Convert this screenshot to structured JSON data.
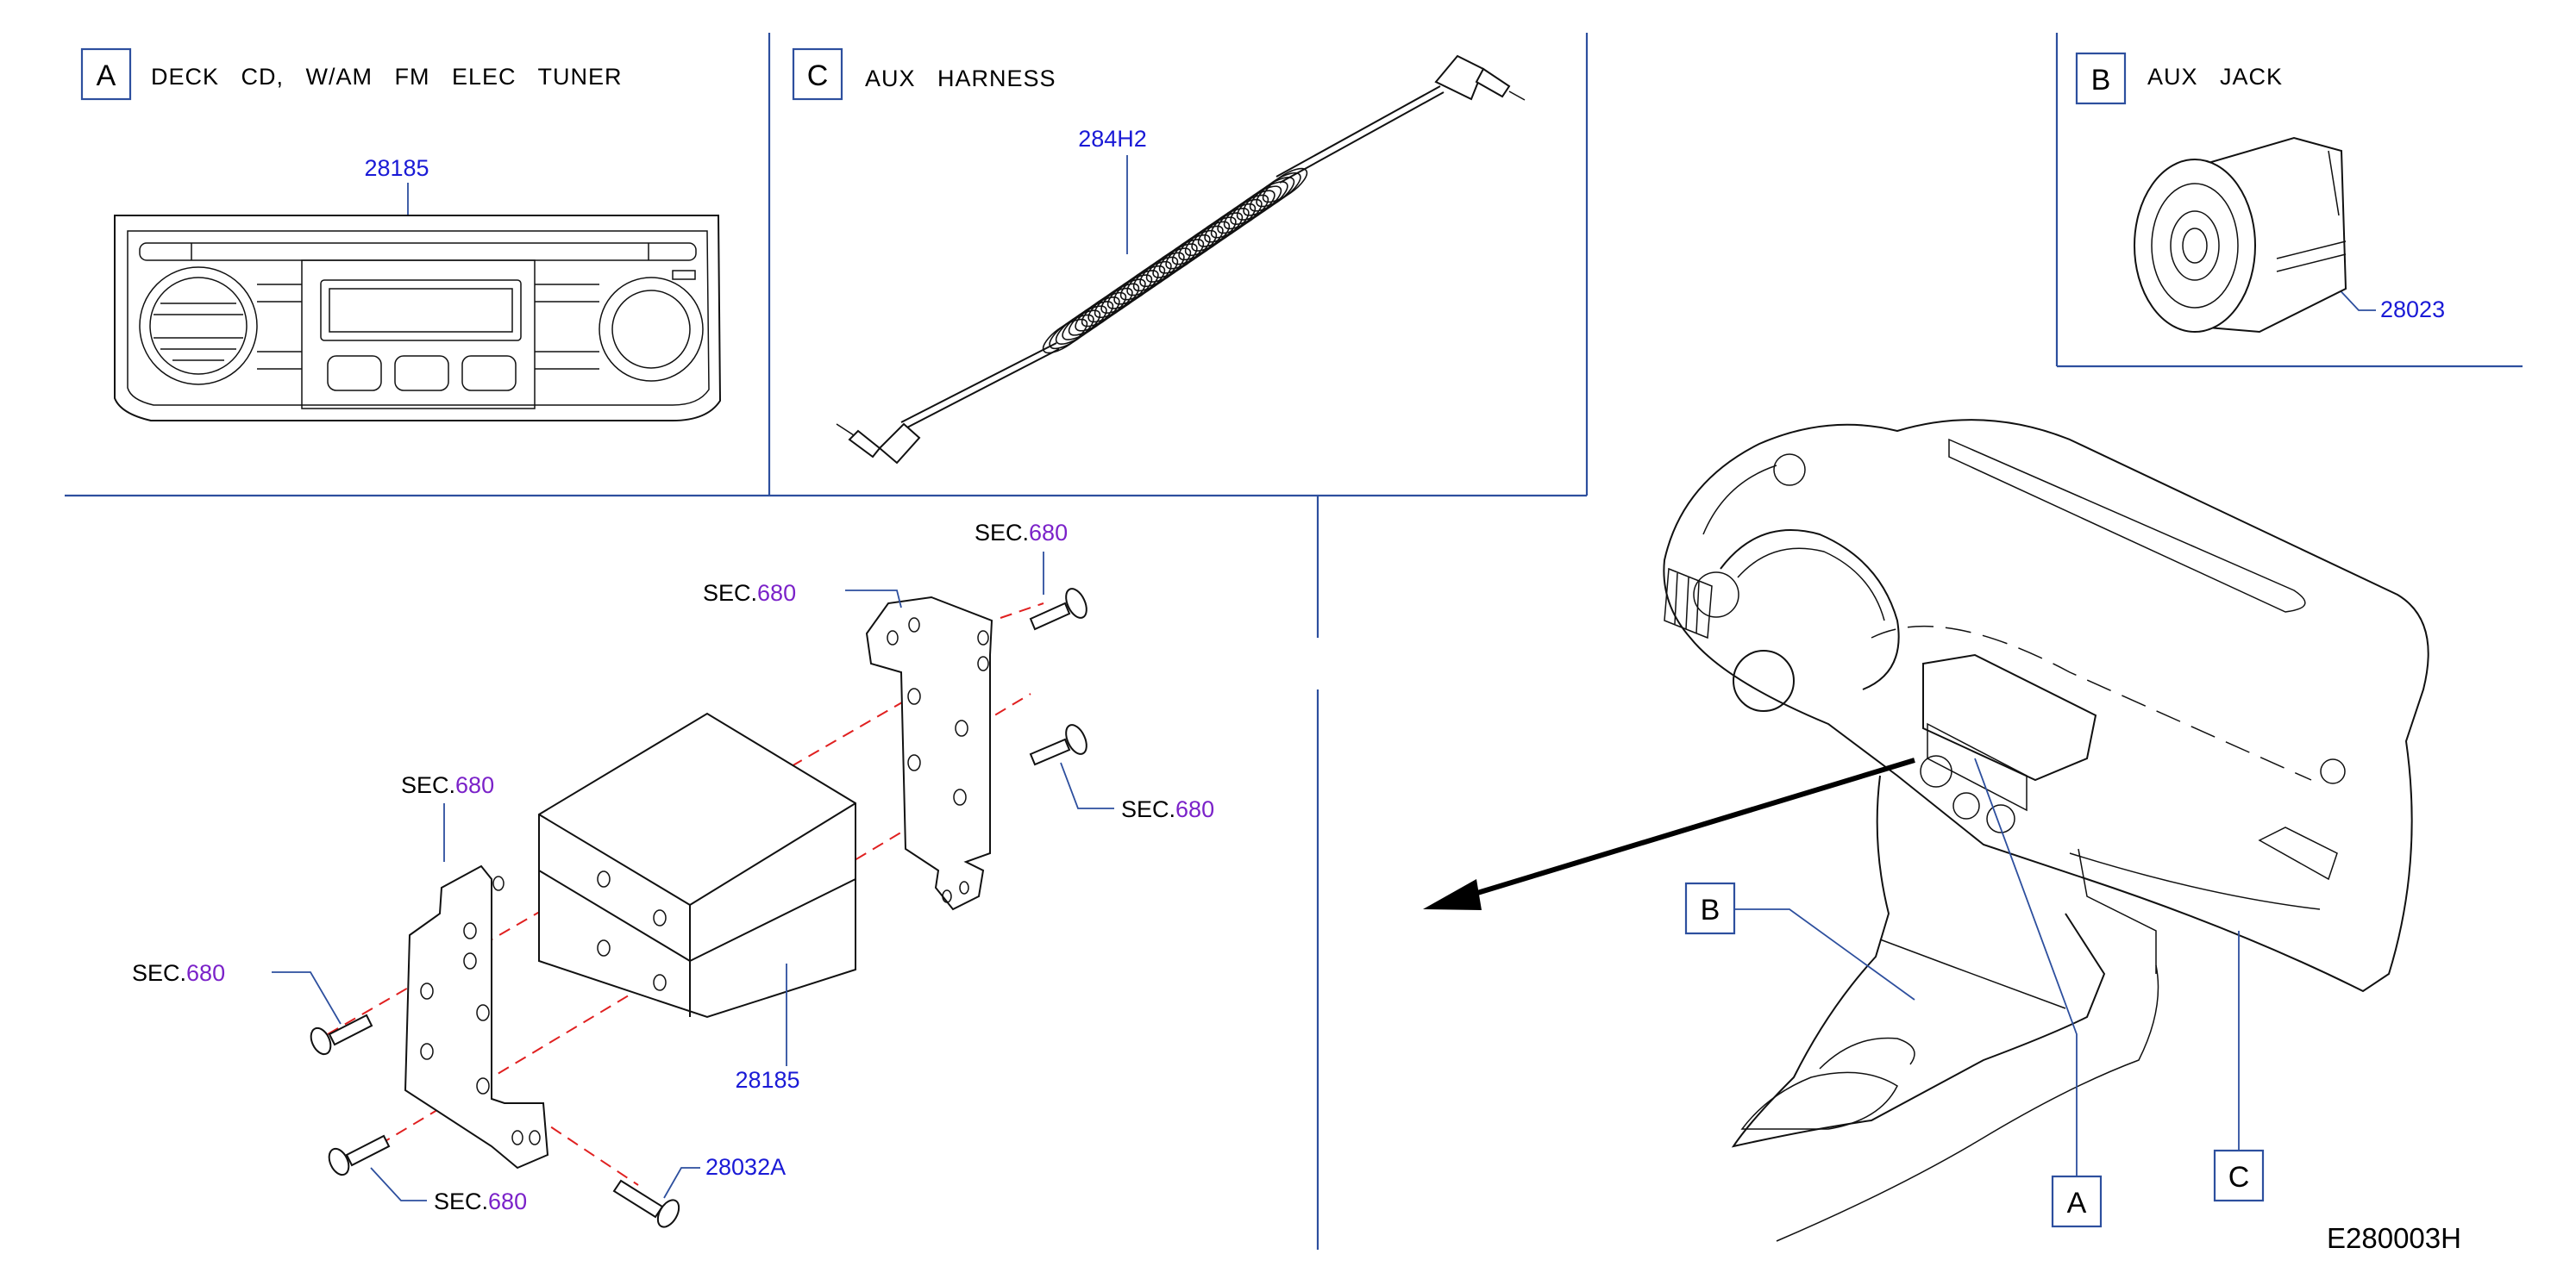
{
  "panel_a": {
    "letter": "A",
    "title": "DECK   CD,   W/AM   FM   ELEC   TUNER",
    "part_number": "28185"
  },
  "panel_c": {
    "letter": "C",
    "title": "AUX   HARNESS",
    "part_number": "284H2"
  },
  "panel_b": {
    "letter": "B",
    "title": "AUX   JACK",
    "part_number": "28023"
  },
  "mounting": {
    "sec_prefix": "SEC.",
    "sec_number": "680",
    "unit_part_number": "28185",
    "screw_part_number": "28032A"
  },
  "dashboard": {
    "callout_b": "B",
    "callout_a": "A",
    "callout_c": "C"
  },
  "drawing_code": "E280003H"
}
